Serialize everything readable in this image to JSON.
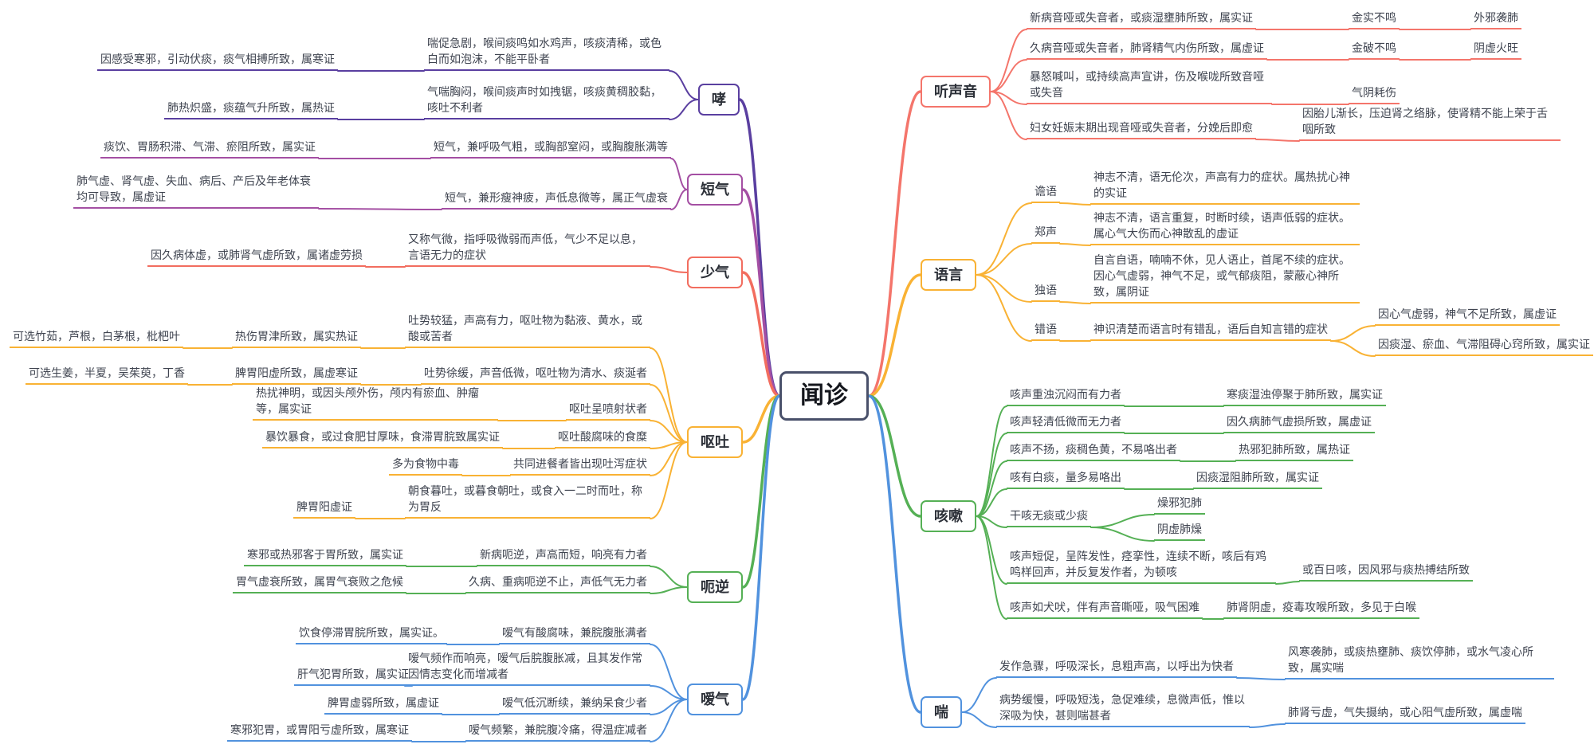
{
  "center": {
    "label": "闻诊",
    "color": "#49506a"
  },
  "branches": {
    "xiao": {
      "label": "哮",
      "color": "#5a3fa0",
      "items": [
        {
          "cause": "因感受寒邪，引动伏痰，痰气相搏所致，属寒证",
          "symptom": "喘促急剧，喉间痰鸣如水鸡声，咳痰清稀，或色白而如泡沫，不能平卧者"
        },
        {
          "cause": "肺热炽盛，痰蕴气升所致，属热证",
          "symptom": "气喘胸闷，喉间痰声时如拽锯，咳痰黄稠胶黏，咳吐不利者"
        }
      ]
    },
    "duanqi": {
      "label": "短气",
      "color": "#a44fa3",
      "items": [
        {
          "cause": "痰饮、胃肠积滞、气滞、瘀阻所致，属实证",
          "symptom": "短气，兼呼吸气粗，或胸部窒闷，或胸腹胀满等"
        },
        {
          "cause": "肺气虚、肾气虚、失血、病后、产后及年老体衰均可导致，属虚证",
          "symptom": "短气，兼形瘦神疲，声低息微等，属正气虚衰"
        }
      ]
    },
    "shaoqi": {
      "label": "少气",
      "color": "#f26d5f",
      "items": [
        {
          "cause": "因久病体虚，或肺肾气虚所致，属诸虚劳损",
          "symptom": "又称气微，指呼吸微弱而声低，气少不足以息，言语无力的症状"
        }
      ]
    },
    "outu": {
      "label": "呕吐",
      "color": "#f9b234",
      "items": [
        {
          "herbs": "可选竹茹，芦根，白茅根，枇杷叶",
          "cause": "热伤胃津所致，属实热证",
          "symptom": "吐势较猛，声高有力，呕吐物为黏液、黄水，或酸或苦者"
        },
        {
          "herbs": "可选生姜，半夏，吴茱萸，丁香",
          "cause": "脾胃阳虚所致，属虚寒证",
          "symptom": "吐势徐缓，声音低微，呕吐物为清水、痰涎者"
        },
        {
          "cause": "热扰神明，或因头颅外伤，颅内有瘀血、肿瘤等，属实证",
          "symptom": "呕吐呈喷射状者"
        },
        {
          "cause": "暴饮暴食，或过食肥甘厚味，食滞胃脘致属实证",
          "symptom": "呕吐酸腐味的食糜"
        },
        {
          "cause": "多为食物中毒",
          "symptom": "共同进餐者皆出现吐泻症状"
        },
        {
          "cause": "脾胃阳虚证",
          "symptom": "朝食暮吐，或暮食朝吐，或食入一二时而吐，称为胃反"
        }
      ]
    },
    "eni": {
      "label": "呃逆",
      "color": "#55b055",
      "items": [
        {
          "cause": "寒邪或热邪客于胃所致，属实证",
          "symptom": "新病呃逆，声高而短，响亮有力者"
        },
        {
          "cause": "胃气虚衰所致，属胃气衰败之危候",
          "symptom": "久病、重病呃逆不止，声低气无力者"
        }
      ]
    },
    "aiqi": {
      "label": "嗳气",
      "color": "#5192de",
      "items": [
        {
          "cause": "饮食停滞胃脘所致，属实证。",
          "symptom": "嗳气有酸腐味，兼脘腹胀满者"
        },
        {
          "cause": "肝气犯胃所致，属实证",
          "symptom": "嗳气频作而响亮，嗳气后脘腹胀减，且其发作常因情志变化而增减者"
        },
        {
          "cause": "脾胃虚弱所致，属虚证",
          "symptom": "嗳气低沉断续，兼纳呆食少者"
        },
        {
          "cause": "寒邪犯胃，或胃阳亏虚所致，属寒证",
          "symptom": "嗳气频繁，兼脘腹冷痛，得温症减者"
        }
      ]
    },
    "tingshengyin": {
      "label": "听声音",
      "color": "#f4756b",
      "items": [
        {
          "text": "新病音哑或失音者，或痰湿壅肺所致，属实证",
          "mid": "金实不鸣",
          "outer": "外邪袭肺"
        },
        {
          "text": "久病音哑或失音者，肺肾精气内伤所致，属虚证",
          "mid": "金破不鸣",
          "outer": "阴虚火旺"
        },
        {
          "text": "暴怒喊叫，或持续高声宣讲，伤及喉咙所致音哑或失音",
          "mid": "气阴耗伤"
        },
        {
          "text": "妇女妊娠末期出现音哑或失音者，分娩后即愈",
          "mid": "因胎儿渐长，压迫肾之络脉，使肾精不能上荣于舌咽所致"
        }
      ]
    },
    "yuyan": {
      "label": "语言",
      "color": "#f9b234",
      "items": [
        {
          "term": "谵语",
          "desc": "神志不清，语无伦次，声高有力的症状。属热扰心神的实证"
        },
        {
          "term": "郑声",
          "desc": "神志不清，语言重复，时断时续，语声低弱的症状。属心气大伤而心神散乱的虚证"
        },
        {
          "term": "独语",
          "desc": "自言自语，喃喃不休，见人语止，首尾不续的症状。因心气虚弱，神气不足，或气郁痰阻，蒙蔽心神所致，属阴证"
        },
        {
          "term": "错语",
          "desc": "神识清楚而语言时有错乱，语后自知言错的症状",
          "sub": [
            "因心气虚弱，神气不足所致，属虚证",
            "因痰湿、瘀血、气滞阻碍心窍所致，属实证"
          ]
        }
      ]
    },
    "kesou": {
      "label": "咳嗽",
      "color": "#55b055",
      "items": [
        {
          "sign": "咳声重浊沉闷而有力者",
          "cause": "寒痰湿浊停聚于肺所致，属实证"
        },
        {
          "sign": "咳声轻清低微而无力者",
          "cause": "因久病肺气虚损所致，属虚证"
        },
        {
          "sign": "咳声不扬，痰稠色黄，不易咯出者",
          "cause": "热邪犯肺所致，属热证"
        },
        {
          "sign": "咳有白痰，量多易咯出",
          "cause": "因痰湿阻肺所致，属实证"
        },
        {
          "sign": "干咳无痰或少痰",
          "causes": [
            "燥邪犯肺",
            "阴虚肺燥"
          ]
        },
        {
          "sign": "咳声短促，呈阵发性，痉挛性，连续不断，咳后有鸡鸣样回声，并反复发作者，为顿咳",
          "cause": "或百日咳，因风邪与痰热搏结所致"
        },
        {
          "sign": "咳声如犬吠，伴有声音嘶哑，吸气困难",
          "cause": "肺肾阴虚，疫毒攻喉所致，多见于白喉"
        }
      ]
    },
    "chuan": {
      "label": "喘",
      "color": "#5192de",
      "items": [
        {
          "sign": "发作急骤，呼吸深长，息粗声高，以呼出为快者",
          "cause": "风寒袭肺，或痰热壅肺、痰饮停肺，或水气凌心所致，属实喘"
        },
        {
          "sign": "病势缓慢，呼吸短浅，急促难续，息微声低，惟以深吸为快，甚则喘甚者",
          "cause": "肺肾亏虚，气失摄纳，或心阳气虚所致，属虚喘"
        }
      ]
    }
  }
}
